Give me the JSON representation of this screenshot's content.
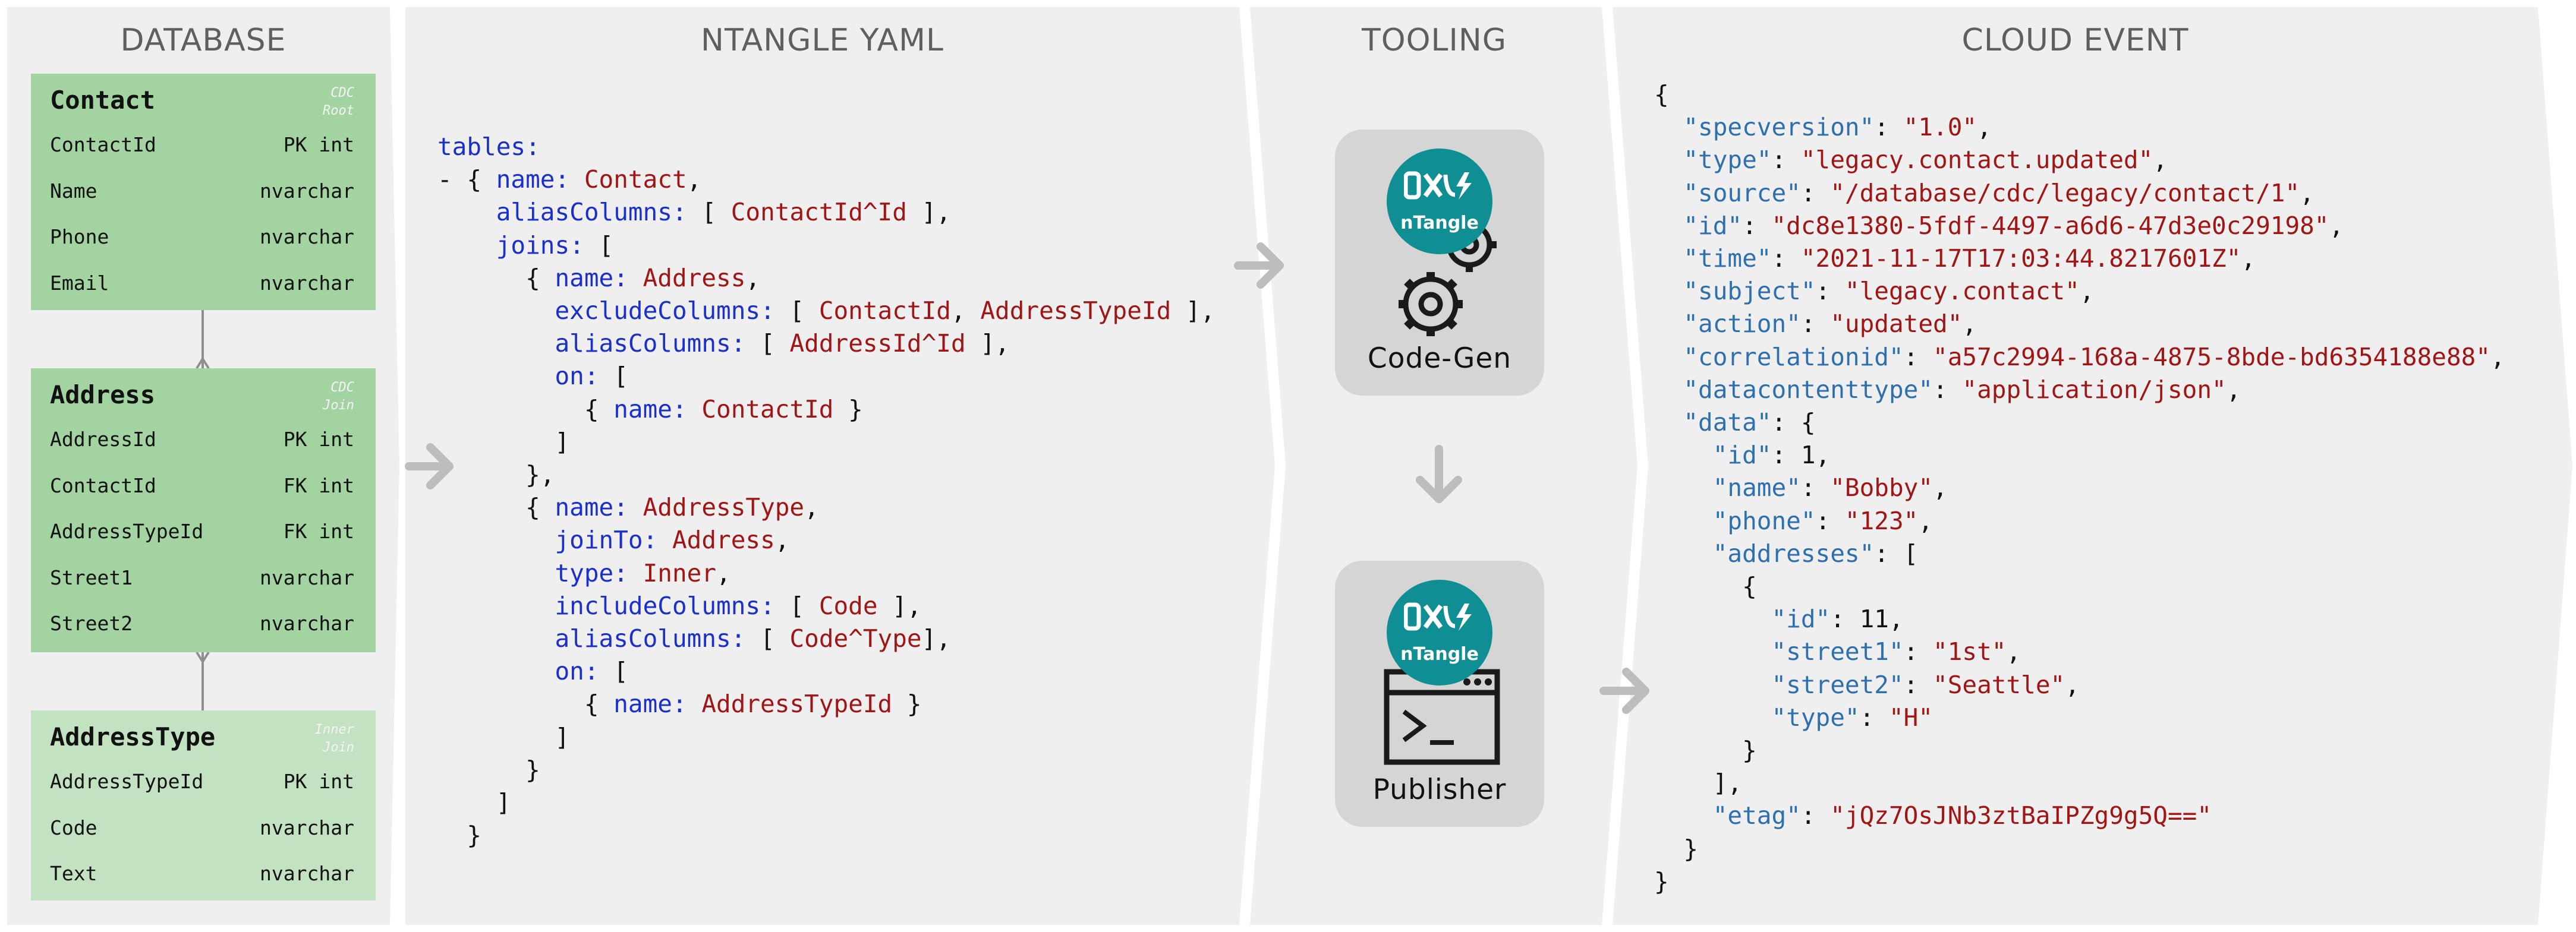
{
  "columns": {
    "database": "DATABASE",
    "yaml": "NTANGLE YAML",
    "tooling": "TOOLING",
    "cloud_event": "CLOUD EVENT"
  },
  "colors": {
    "panel": "#efefef",
    "table_header": "#a3d3a0",
    "table_last": "#c3e2c1",
    "badge": "#0f8e94",
    "yaml_key": "#1a2fcc",
    "string_value": "#a01515",
    "json_key": "#2e6fae"
  },
  "tables": [
    {
      "name": "Contact",
      "tag1": "CDC",
      "tag2": "Root",
      "rows": [
        {
          "col": "ContactId",
          "type": "PK int"
        },
        {
          "col": "Name",
          "type": "nvarchar"
        },
        {
          "col": "Phone",
          "type": "nvarchar"
        },
        {
          "col": "Email",
          "type": "nvarchar"
        }
      ]
    },
    {
      "name": "Address",
      "tag1": "CDC",
      "tag2": "Join",
      "rows": [
        {
          "col": "AddressId",
          "type": "PK int"
        },
        {
          "col": "ContactId",
          "type": "FK int"
        },
        {
          "col": "AddressTypeId",
          "type": "FK int"
        },
        {
          "col": "Street1",
          "type": "nvarchar"
        },
        {
          "col": "Street2",
          "type": "nvarchar"
        }
      ]
    },
    {
      "name": "AddressType",
      "tag1": "Inner",
      "tag2": "Join",
      "rows": [
        {
          "col": "AddressTypeId",
          "type": "PK int"
        },
        {
          "col": "Code",
          "type": "nvarchar"
        },
        {
          "col": "Text",
          "type": "nvarchar"
        }
      ]
    }
  ],
  "yaml_lines": [
    [
      {
        "c": "k",
        "t": "tables:"
      }
    ],
    [
      {
        "c": "p",
        "t": "- { "
      },
      {
        "c": "k",
        "t": "name:"
      },
      {
        "c": "v",
        "t": " Contact"
      },
      {
        "c": "p",
        "t": ","
      }
    ],
    [
      {
        "c": "p",
        "t": "    "
      },
      {
        "c": "k",
        "t": "aliasColumns:"
      },
      {
        "c": "p",
        "t": " [ "
      },
      {
        "c": "v",
        "t": "ContactId^Id"
      },
      {
        "c": "p",
        "t": " ],"
      }
    ],
    [
      {
        "c": "p",
        "t": "    "
      },
      {
        "c": "k",
        "t": "joins:"
      },
      {
        "c": "p",
        "t": " ["
      }
    ],
    [
      {
        "c": "p",
        "t": "      { "
      },
      {
        "c": "k",
        "t": "name:"
      },
      {
        "c": "v",
        "t": " Address"
      },
      {
        "c": "p",
        "t": ","
      }
    ],
    [
      {
        "c": "p",
        "t": "        "
      },
      {
        "c": "k",
        "t": "excludeColumns:"
      },
      {
        "c": "p",
        "t": " [ "
      },
      {
        "c": "v",
        "t": "ContactId"
      },
      {
        "c": "p",
        "t": ", "
      },
      {
        "c": "v",
        "t": "AddressTypeId"
      },
      {
        "c": "p",
        "t": " ],"
      }
    ],
    [
      {
        "c": "p",
        "t": "        "
      },
      {
        "c": "k",
        "t": "aliasColumns:"
      },
      {
        "c": "p",
        "t": " [ "
      },
      {
        "c": "v",
        "t": "AddressId^Id"
      },
      {
        "c": "p",
        "t": " ],"
      }
    ],
    [
      {
        "c": "p",
        "t": "        "
      },
      {
        "c": "k",
        "t": "on:"
      },
      {
        "c": "p",
        "t": " ["
      }
    ],
    [
      {
        "c": "p",
        "t": "          { "
      },
      {
        "c": "k",
        "t": "name:"
      },
      {
        "c": "v",
        "t": " ContactId"
      },
      {
        "c": "p",
        "t": " }"
      }
    ],
    [
      {
        "c": "p",
        "t": "        ]"
      }
    ],
    [
      {
        "c": "p",
        "t": "      },"
      }
    ],
    [
      {
        "c": "p",
        "t": "      { "
      },
      {
        "c": "k",
        "t": "name:"
      },
      {
        "c": "v",
        "t": " AddressType"
      },
      {
        "c": "p",
        "t": ","
      }
    ],
    [
      {
        "c": "p",
        "t": "        "
      },
      {
        "c": "k",
        "t": "joinTo:"
      },
      {
        "c": "v",
        "t": " Address"
      },
      {
        "c": "p",
        "t": ","
      }
    ],
    [
      {
        "c": "p",
        "t": "        "
      },
      {
        "c": "k",
        "t": "type:"
      },
      {
        "c": "v",
        "t": " Inner"
      },
      {
        "c": "p",
        "t": ","
      }
    ],
    [
      {
        "c": "p",
        "t": "        "
      },
      {
        "c": "k",
        "t": "includeColumns:"
      },
      {
        "c": "p",
        "t": " [ "
      },
      {
        "c": "v",
        "t": "Code"
      },
      {
        "c": "p",
        "t": " ],"
      }
    ],
    [
      {
        "c": "p",
        "t": "        "
      },
      {
        "c": "k",
        "t": "aliasColumns:"
      },
      {
        "c": "p",
        "t": " [ "
      },
      {
        "c": "v",
        "t": "Code^Type"
      },
      {
        "c": "p",
        "t": "],"
      }
    ],
    [
      {
        "c": "p",
        "t": "        "
      },
      {
        "c": "k",
        "t": "on:"
      },
      {
        "c": "p",
        "t": " ["
      }
    ],
    [
      {
        "c": "p",
        "t": "          { "
      },
      {
        "c": "k",
        "t": "name:"
      },
      {
        "c": "v",
        "t": " AddressTypeId"
      },
      {
        "c": "p",
        "t": " }"
      }
    ],
    [
      {
        "c": "p",
        "t": "        ]"
      }
    ],
    [
      {
        "c": "p",
        "t": "      }"
      }
    ],
    [
      {
        "c": "p",
        "t": "    ]"
      }
    ],
    [
      {
        "c": "p",
        "t": "  }"
      }
    ]
  ],
  "tooling": {
    "codegen_label": "Code-Gen",
    "publisher_label": "Publisher",
    "badge_text": "nTangle",
    "icons": [
      "ntangle-logo-icon",
      "gears-icon",
      "terminal-icon",
      "arrow-right-icon",
      "arrow-down-icon"
    ]
  },
  "json_lines": [
    [
      {
        "c": "p",
        "t": "{"
      }
    ],
    [
      {
        "c": "p",
        "t": "  "
      },
      {
        "c": "k",
        "t": "\"specversion\""
      },
      {
        "c": "p",
        "t": ": "
      },
      {
        "c": "s",
        "t": "\"1.0\""
      },
      {
        "c": "p",
        "t": ","
      }
    ],
    [
      {
        "c": "p",
        "t": "  "
      },
      {
        "c": "k",
        "t": "\"type\""
      },
      {
        "c": "p",
        "t": ": "
      },
      {
        "c": "s",
        "t": "\"legacy.contact.updated\""
      },
      {
        "c": "p",
        "t": ","
      }
    ],
    [
      {
        "c": "p",
        "t": "  "
      },
      {
        "c": "k",
        "t": "\"source\""
      },
      {
        "c": "p",
        "t": ": "
      },
      {
        "c": "s",
        "t": "\"/database/cdc/legacy/contact/1\""
      },
      {
        "c": "p",
        "t": ","
      }
    ],
    [
      {
        "c": "p",
        "t": "  "
      },
      {
        "c": "k",
        "t": "\"id\""
      },
      {
        "c": "p",
        "t": ": "
      },
      {
        "c": "s",
        "t": "\"dc8e1380-5fdf-4497-a6d6-47d3e0c29198\""
      },
      {
        "c": "p",
        "t": ","
      }
    ],
    [
      {
        "c": "p",
        "t": "  "
      },
      {
        "c": "k",
        "t": "\"time\""
      },
      {
        "c": "p",
        "t": ": "
      },
      {
        "c": "s",
        "t": "\"2021-11-17T17:03:44.8217601Z\""
      },
      {
        "c": "p",
        "t": ","
      }
    ],
    [
      {
        "c": "p",
        "t": "  "
      },
      {
        "c": "k",
        "t": "\"subject\""
      },
      {
        "c": "p",
        "t": ": "
      },
      {
        "c": "s",
        "t": "\"legacy.contact\""
      },
      {
        "c": "p",
        "t": ","
      }
    ],
    [
      {
        "c": "p",
        "t": "  "
      },
      {
        "c": "k",
        "t": "\"action\""
      },
      {
        "c": "p",
        "t": ": "
      },
      {
        "c": "s",
        "t": "\"updated\""
      },
      {
        "c": "p",
        "t": ","
      }
    ],
    [
      {
        "c": "p",
        "t": "  "
      },
      {
        "c": "k",
        "t": "\"correlationid\""
      },
      {
        "c": "p",
        "t": ": "
      },
      {
        "c": "s",
        "t": "\"a57c2994-168a-4875-8bde-bd6354188e88\""
      },
      {
        "c": "p",
        "t": ","
      }
    ],
    [
      {
        "c": "p",
        "t": "  "
      },
      {
        "c": "k",
        "t": "\"datacontenttype\""
      },
      {
        "c": "p",
        "t": ": "
      },
      {
        "c": "s",
        "t": "\"application/json\""
      },
      {
        "c": "p",
        "t": ","
      }
    ],
    [
      {
        "c": "p",
        "t": "  "
      },
      {
        "c": "k",
        "t": "\"data\""
      },
      {
        "c": "p",
        "t": ": {"
      }
    ],
    [
      {
        "c": "p",
        "t": "    "
      },
      {
        "c": "k",
        "t": "\"id\""
      },
      {
        "c": "p",
        "t": ": 1,"
      }
    ],
    [
      {
        "c": "p",
        "t": "    "
      },
      {
        "c": "k",
        "t": "\"name\""
      },
      {
        "c": "p",
        "t": ": "
      },
      {
        "c": "s",
        "t": "\"Bobby\""
      },
      {
        "c": "p",
        "t": ","
      }
    ],
    [
      {
        "c": "p",
        "t": "    "
      },
      {
        "c": "k",
        "t": "\"phone\""
      },
      {
        "c": "p",
        "t": ": "
      },
      {
        "c": "s",
        "t": "\"123\""
      },
      {
        "c": "p",
        "t": ","
      }
    ],
    [
      {
        "c": "p",
        "t": "    "
      },
      {
        "c": "k",
        "t": "\"addresses\""
      },
      {
        "c": "p",
        "t": ": ["
      }
    ],
    [
      {
        "c": "p",
        "t": "      {"
      }
    ],
    [
      {
        "c": "p",
        "t": "        "
      },
      {
        "c": "k",
        "t": "\"id\""
      },
      {
        "c": "p",
        "t": ": 11,"
      }
    ],
    [
      {
        "c": "p",
        "t": "        "
      },
      {
        "c": "k",
        "t": "\"street1\""
      },
      {
        "c": "p",
        "t": ": "
      },
      {
        "c": "s",
        "t": "\"1st\""
      },
      {
        "c": "p",
        "t": ","
      }
    ],
    [
      {
        "c": "p",
        "t": "        "
      },
      {
        "c": "k",
        "t": "\"street2\""
      },
      {
        "c": "p",
        "t": ": "
      },
      {
        "c": "s",
        "t": "\"Seattle\""
      },
      {
        "c": "p",
        "t": ","
      }
    ],
    [
      {
        "c": "p",
        "t": "        "
      },
      {
        "c": "k",
        "t": "\"type\""
      },
      {
        "c": "p",
        "t": ": "
      },
      {
        "c": "s",
        "t": "\"H\""
      }
    ],
    [
      {
        "c": "p",
        "t": "      }"
      }
    ],
    [
      {
        "c": "p",
        "t": "    ],"
      }
    ],
    [
      {
        "c": "p",
        "t": "    "
      },
      {
        "c": "k",
        "t": "\"etag\""
      },
      {
        "c": "p",
        "t": ": "
      },
      {
        "c": "s",
        "t": "\"jQz7OsJNb3ztBaIPZg9g5Q==\""
      }
    ],
    [
      {
        "c": "p",
        "t": "  }"
      }
    ],
    [
      {
        "c": "p",
        "t": "}"
      }
    ]
  ]
}
